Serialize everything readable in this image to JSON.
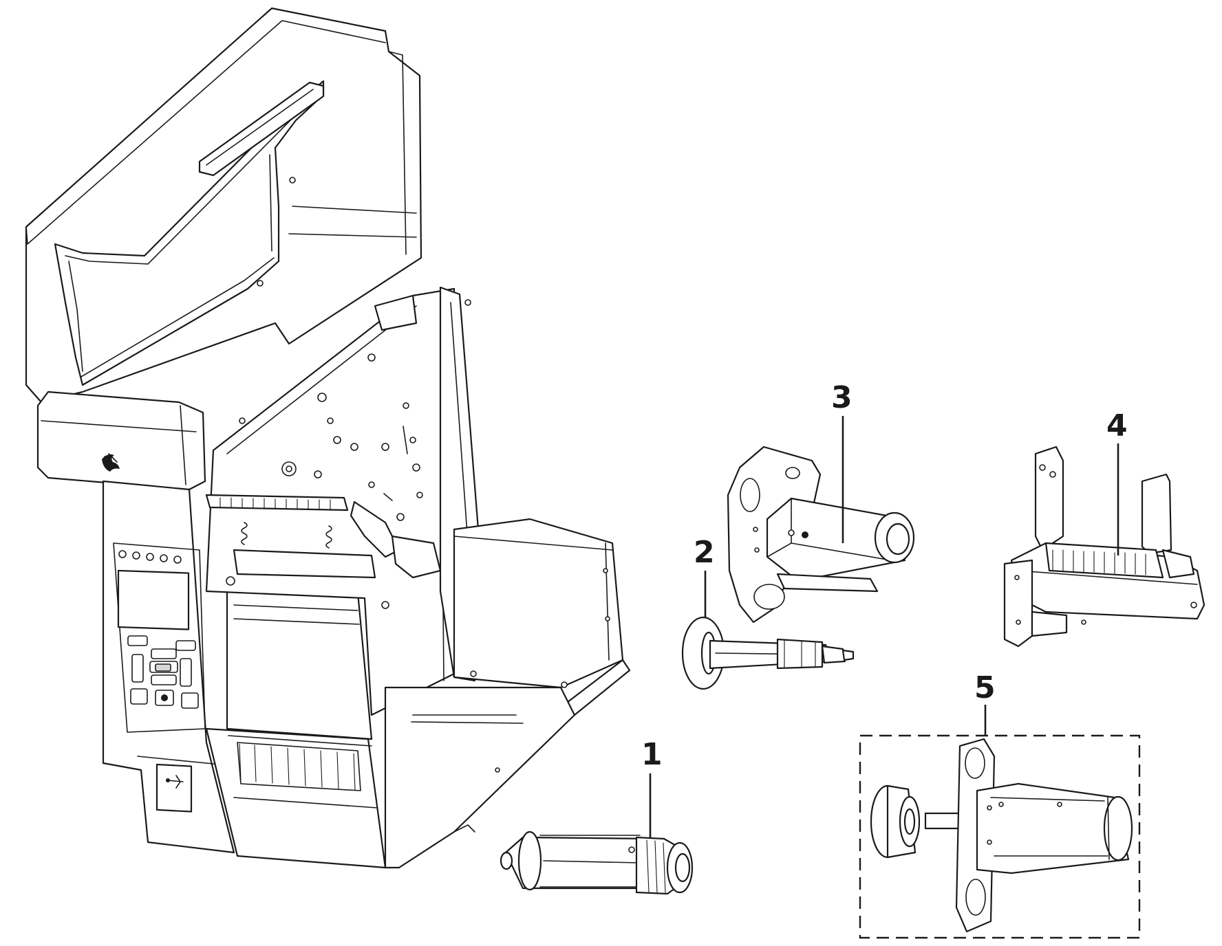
{
  "callouts": [
    {
      "id": "1",
      "label": "1"
    },
    {
      "id": "2",
      "label": "2"
    },
    {
      "id": "3",
      "label": "3"
    },
    {
      "id": "4",
      "label": "4"
    },
    {
      "id": "5",
      "label": "5"
    }
  ],
  "icons": {
    "usb": "usb-icon",
    "brand": "zebra-head-logo-icon"
  },
  "colors": {
    "line": "#1a1a1a",
    "background": "#ffffff"
  }
}
